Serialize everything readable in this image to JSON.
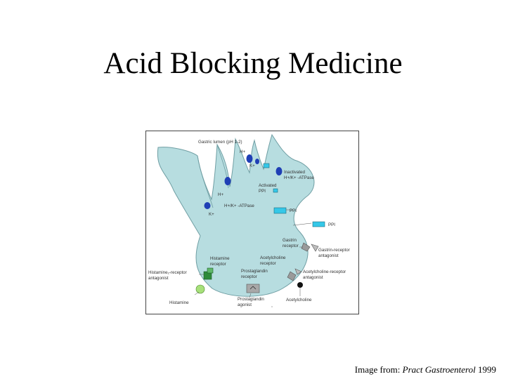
{
  "slide": {
    "title": "Acid Blocking Medicine",
    "credit_prefix": "Image from: ",
    "credit_journal": "Pract Gastroenterol",
    "credit_year": " 1999"
  },
  "diagram": {
    "labels": {
      "lumen": "Gastric lumen (pH 1-2)",
      "h_top": "H+",
      "k_top": "K+",
      "inactivated": "Inactivated",
      "inactivated_pump": "H+/K+ -ATPase",
      "activated": "Activated",
      "activated_ppi": "PPI",
      "h_left": "H+",
      "pump": "H+/K+ -ATPase",
      "k_left": "K+",
      "ppi_inside": "PPI",
      "ppi_outside": "PPI",
      "gastrin_receptor_1": "Gastrin",
      "gastrin_receptor_2": "receptor",
      "gastrin_antagonist_1": "Gastrin-receptor",
      "gastrin_antagonist_2": "antagonist",
      "histamine_receptor_1": "Histamine",
      "histamine_receptor_2": "receptor",
      "acetylcholine_receptor_1": "Acetylcholine",
      "acetylcholine_receptor_2": "receptor",
      "prostaglandin_receptor_1": "Prostaglandin",
      "prostaglandin_receptor_2": "receptor",
      "histamine_antagonist_1": "Histamine₂-receptor",
      "histamine_antagonist_2": "antagonist",
      "acetylcholine_antagonist_1": "Acetylcholine-receptor",
      "acetylcholine_antagonist_2": "antagonist",
      "histamine": "Histamine",
      "prostaglandin_agonist_1": "Prostaglandin",
      "prostaglandin_agonist_2": "agonist",
      "acetylcholine": "Acetylcholine"
    },
    "colors": {
      "cell": "#b7dde0",
      "cell_edge": "#6f9ea3",
      "pump": "#1f3fb5",
      "ppi": "#35c8e8",
      "histamine_receptor": "#2f8a3a",
      "histamine": "#a7e07a",
      "gastrin_receptor": "#9a9a9a",
      "prostaglandin_receptor": "#a8a8a8",
      "acetylcholine": "#111111"
    }
  }
}
